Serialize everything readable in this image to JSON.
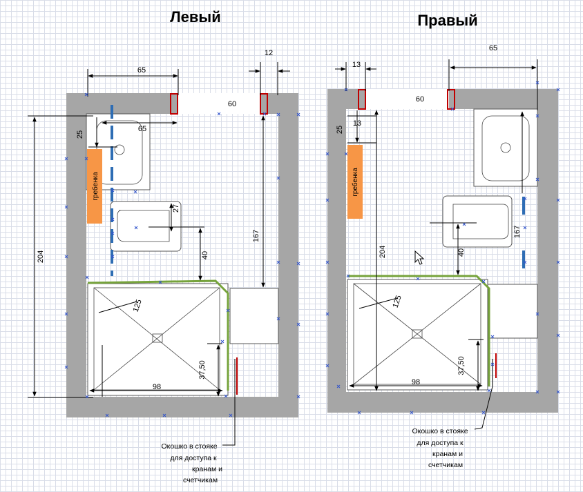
{
  "left": {
    "title": "Левый",
    "dims": {
      "width_top": "65",
      "gap_right": "12",
      "door": "60",
      "sink_width": "65",
      "collector_offset": "25",
      "height_total": "204",
      "toilet_gap": "27",
      "toilet_to_tray": "40",
      "riser_height": "167",
      "tray_diagonal": "125",
      "tray_width": "98",
      "tray_offset": "37,50"
    },
    "collector_label": "гребенка",
    "note": [
      "Окошко в стояке",
      "для доступа к",
      "кранам и",
      "счетчикам"
    ]
  },
  "right": {
    "title": "Правый",
    "dims": {
      "width_top": "65",
      "gap_left": "13",
      "door": "60",
      "collector_offset_top": "13",
      "collector_offset": "25",
      "height_total": "204",
      "riser_height": "167",
      "toilet_to_tray": "40",
      "tray_diagonal": "125",
      "tray_width": "98",
      "tray_offset": "37,50"
    },
    "collector_label": "гребенка",
    "note": [
      "Окошко в стояке",
      "для доступа к",
      "кранам и",
      "счетчикам"
    ]
  },
  "colors": {
    "wall": "#a6a6a6",
    "collector": "#f79646",
    "water_pipe": "#2e6db4",
    "drain_line": "#76a33b",
    "door_post": "#c00000"
  }
}
